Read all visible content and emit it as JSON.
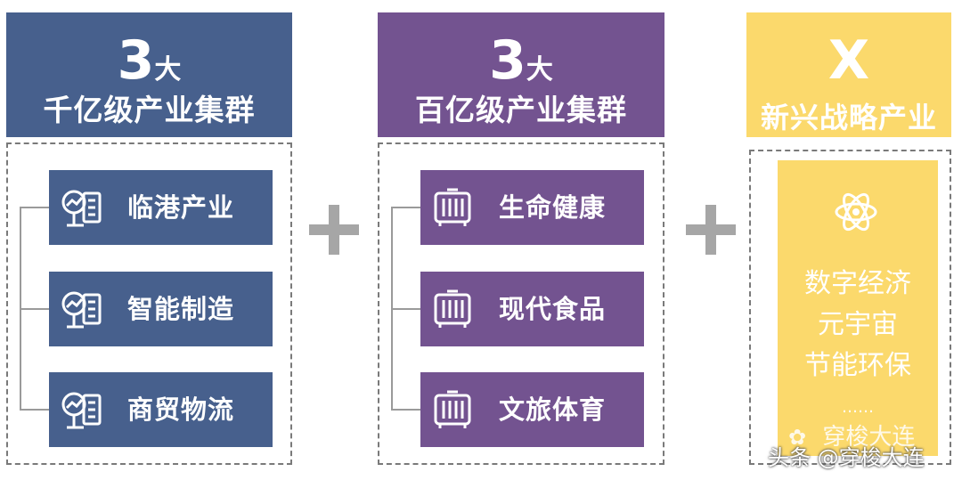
{
  "columns": [
    {
      "big": "3",
      "big_suffix": "大",
      "subtitle": "千亿级产业集群",
      "items": [
        "临港产业",
        "智能制造",
        "商贸物流"
      ],
      "color": "#47608d",
      "icon": "growth-chart-icon"
    },
    {
      "big": "3",
      "big_suffix": "大",
      "subtitle": "百亿级产业集群",
      "items": [
        "生命健康",
        "现代食品",
        "文旅体育"
      ],
      "color": "#735390",
      "icon": "building-icon"
    },
    {
      "big": "X",
      "big_suffix": "",
      "subtitle": "新兴战略产业",
      "items": [
        "数字经济",
        "元宇宙",
        "节能环保"
      ],
      "ellipsis": "……",
      "color": "#fbd96c",
      "icon": "atom-icon"
    }
  ],
  "plus_color": "#a6a6a6",
  "watermark": {
    "source": "穿梭大连",
    "caption": "头条 @穿梭大连"
  }
}
